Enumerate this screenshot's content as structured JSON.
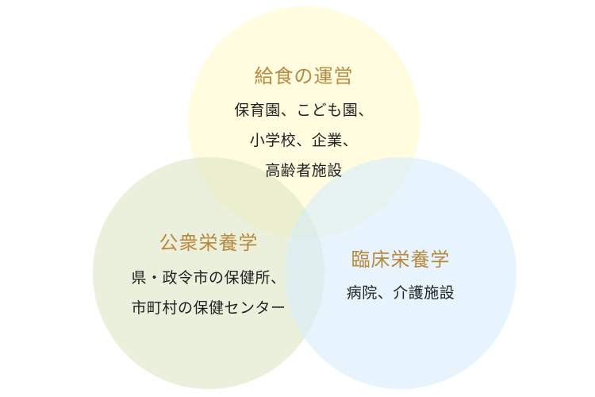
{
  "diagram": {
    "type": "venn",
    "colors": {
      "title_text": "#b8893e",
      "body_text": "#222222",
      "top_circle": "#fffacd",
      "left_circle": "#e6edd8",
      "right_circle": "#e6f3fc"
    },
    "circles": [
      {
        "id": "top",
        "title": "給食の運営",
        "lines": [
          "保育園、こども園、",
          "小学校、企業、",
          "高齢者施設"
        ]
      },
      {
        "id": "left",
        "title": "公衆栄養学",
        "lines": [
          "県・政令市の保健所、",
          "市町村の保健センター"
        ]
      },
      {
        "id": "right",
        "title": "臨床栄養学",
        "lines": [
          "病院、介護施設"
        ]
      }
    ]
  }
}
